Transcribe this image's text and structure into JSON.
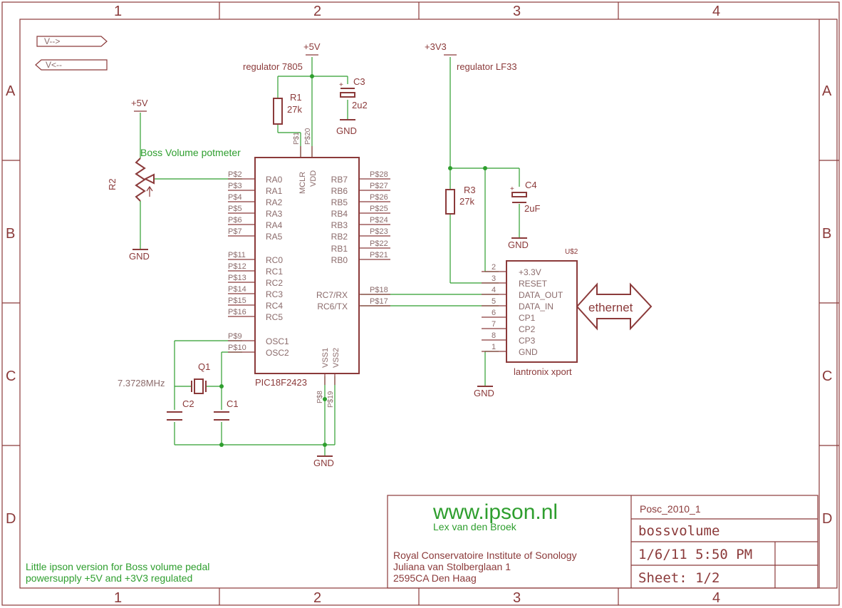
{
  "frame": {
    "columns": [
      "1",
      "2",
      "3",
      "4"
    ],
    "rows": [
      "A",
      "B",
      "C",
      "D"
    ]
  },
  "ports": {
    "v_out": "V-->",
    "v_in": "V<--"
  },
  "power": {
    "plus5v_top": "+5V",
    "plus5v_pot": "+5V",
    "plus3v3": "+3V3",
    "regulator_5v": "regulator 7805",
    "regulator_3v3": "regulator LF33",
    "gnd_pot": "GND",
    "gnd_c3": "GND",
    "gnd_c4": "GND",
    "gnd_osc": "GND",
    "gnd_xport": "GND"
  },
  "components": {
    "r1_name": "R1",
    "r1_value": "27k",
    "r2_name": "R2",
    "r3_name": "R3",
    "r3_value": "27k",
    "c1_name": "C1",
    "c2_name": "C2",
    "c3_name": "C3",
    "c3_value": "2u2",
    "c4_name": "C4",
    "c4_value": "2uF",
    "q1_name": "Q1",
    "q1_value": "7.3728MHz",
    "pot_label": "Boss Volume potmeter"
  },
  "mcu": {
    "name": "PIC18F2423",
    "top_pins": [
      {
        "pad": "P$1",
        "name": "MCLR"
      },
      {
        "pad": "P$20",
        "name": "VDD"
      }
    ],
    "bottom_pins": [
      {
        "pad": "P$8",
        "name": "VSS1"
      },
      {
        "pad": "P$19",
        "name": "VSS2"
      }
    ],
    "left_pins": [
      {
        "pad": "P$2",
        "name": "RA0"
      },
      {
        "pad": "P$3",
        "name": "RA1"
      },
      {
        "pad": "P$4",
        "name": "RA2"
      },
      {
        "pad": "P$5",
        "name": "RA3"
      },
      {
        "pad": "P$6",
        "name": "RA4"
      },
      {
        "pad": "P$7",
        "name": "RA5"
      },
      {
        "pad": "P$11",
        "name": "RC0"
      },
      {
        "pad": "P$12",
        "name": "RC1"
      },
      {
        "pad": "P$13",
        "name": "RC2"
      },
      {
        "pad": "P$14",
        "name": "RC3"
      },
      {
        "pad": "P$15",
        "name": "RC4"
      },
      {
        "pad": "P$16",
        "name": "RC5"
      },
      {
        "pad": "P$9",
        "name": "OSC1"
      },
      {
        "pad": "P$10",
        "name": "OSC2"
      }
    ],
    "right_pins": [
      {
        "pad": "P$28",
        "name": "RB7"
      },
      {
        "pad": "P$27",
        "name": "RB6"
      },
      {
        "pad": "P$26",
        "name": "RB5"
      },
      {
        "pad": "P$25",
        "name": "RB4"
      },
      {
        "pad": "P$24",
        "name": "RB3"
      },
      {
        "pad": "P$23",
        "name": "RB2"
      },
      {
        "pad": "P$22",
        "name": "RB1"
      },
      {
        "pad": "P$21",
        "name": "RB0"
      },
      {
        "pad": "P$18",
        "name": "RC7/RX"
      },
      {
        "pad": "P$17",
        "name": "RC6/TX"
      }
    ]
  },
  "xport": {
    "ref": "U$2",
    "name": "lantronix xport",
    "pins": [
      {
        "num": "2",
        "name": "+3.3V"
      },
      {
        "num": "3",
        "name": "RESET"
      },
      {
        "num": "4",
        "name": "DATA_OUT"
      },
      {
        "num": "5",
        "name": "DATA_IN"
      },
      {
        "num": "6",
        "name": "CP1"
      },
      {
        "num": "7",
        "name": "CP2"
      },
      {
        "num": "8",
        "name": "CP3"
      },
      {
        "num": "1",
        "name": "GND"
      }
    ],
    "ethernet": "ethernet"
  },
  "notes": {
    "line1": "Little ipson version for Boss volume pedal",
    "line2": "powersupply +5V and +3V3 regulated"
  },
  "title_block": {
    "website": "www.ipson.nl",
    "author": "Lex van den Broek",
    "institute": "Royal Conservatoire  Institute of Sonology",
    "street": "Juliana van Stolberglaan 1",
    "city": "2595CA Den Haag",
    "doc_id": "Posc_2010_1",
    "title": "bossvolume",
    "date": "1/6/11 5:50 PM",
    "sheet": "Sheet: 1/2"
  },
  "colors": {
    "component": "#8b3a3a",
    "wire": "#2e9e2e",
    "background": "#ffffff"
  }
}
